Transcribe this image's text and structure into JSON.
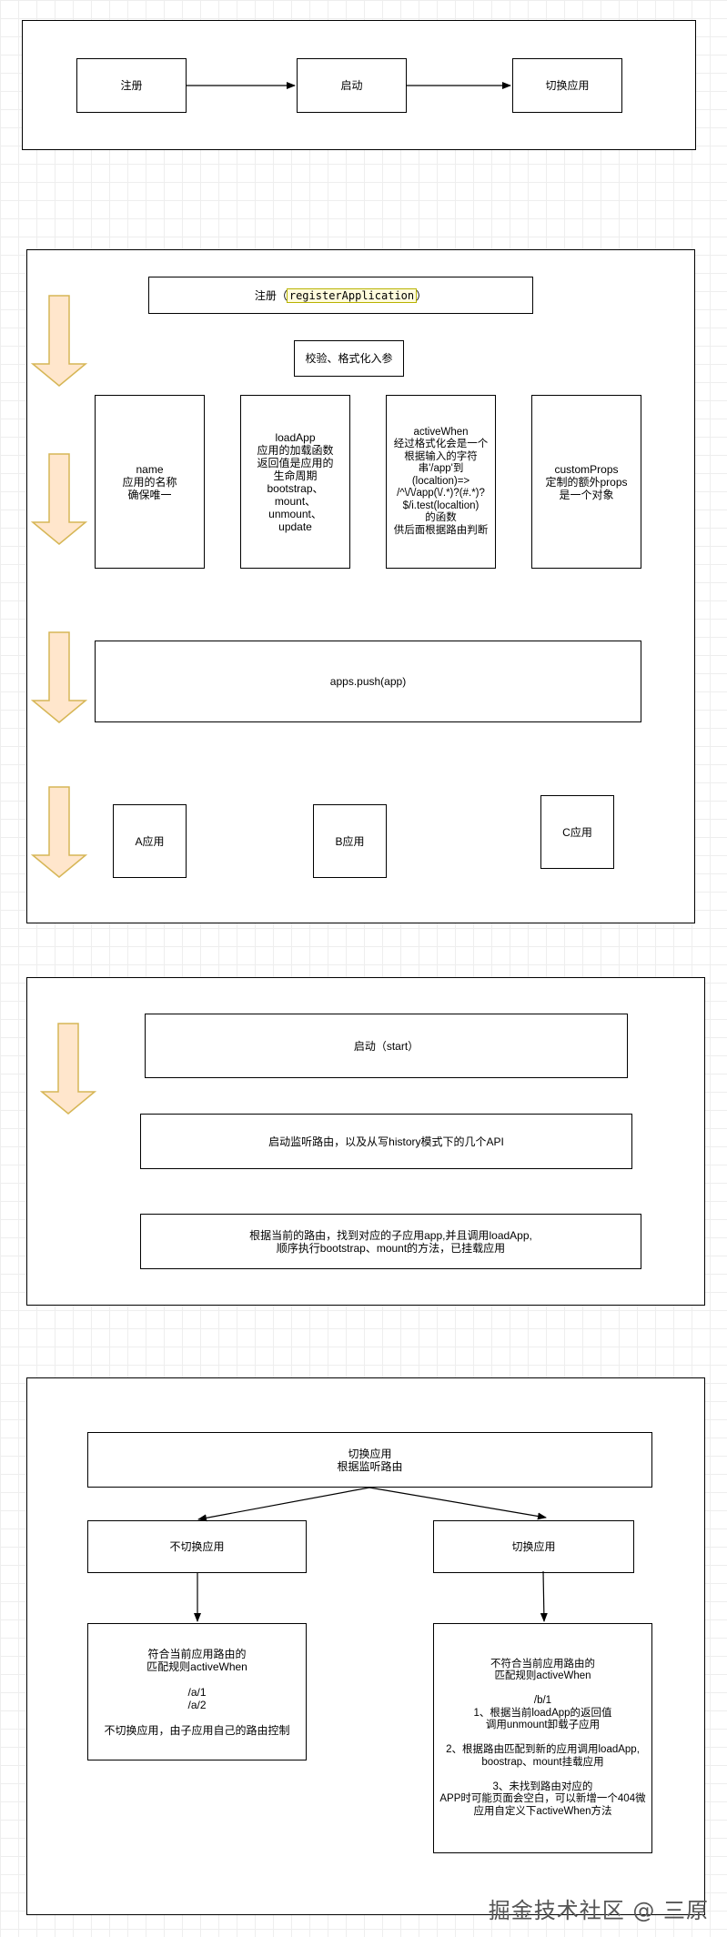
{
  "section1": {
    "register": "注册",
    "start": "启动",
    "switch_app": "切换应用"
  },
  "section2": {
    "register_prefix": "注册（",
    "register_code": "registerApplication",
    "register_suffix": "）",
    "validate": "校验、格式化入参",
    "name_box": "name\n应用的名称\n确保唯一",
    "loadapp_box": "loadApp\n应用的加载函数\n返回值是应用的\n生命周期\nbootstrap、\nmount、\nunmount、\nupdate",
    "activewhen_box": "activeWhen\n经过格式化会是一个\n根据输入的字符\n串'/app'到\n(localtion)=>\n/^\\/\\/app(\\/.*)?(#.*)?\n$/i.test(localtion)\n的函数\n供后面根据路由判断",
    "customprops_box": "customProps\n定制的额外props\n是一个对象",
    "apps_push": "apps.push(app)",
    "app_a": "A应用",
    "app_b": "B应用",
    "app_c": "C应用"
  },
  "section3": {
    "start": "启动（start）",
    "listen": "启动监听路由，以及从写history模式下的几个API",
    "load": "根据当前的路由，找到对应的子应用app,并且调用loadApp,\n顺序执行bootstrap、mount的方法，已挂载应用"
  },
  "section4": {
    "switch_top": "切换应用\n根据监听路由",
    "no_switch": "不切换应用",
    "switch": "切换应用",
    "left_detail": "符合当前应用路由的\n匹配规则activeWhen\n\n/a/1\n/a/2\n\n不切换应用，由子应用自己的路由控制",
    "right_detail": "不符合当前应用路由的\n匹配规则activeWhen\n\n/b/1\n1、根据当前loadApp的返回值\n调用unmount卸载子应用\n\n2、根据路由匹配到新的应用调用loadApp,\nboostrap、mount挂载应用\n\n3、未找到路由对应的\nAPP时可能页面会空白，可以新增一个404微\n应用自定义下activeWhen方法"
  },
  "watermark": "掘金技术社区 @ 三原",
  "colors": {
    "arrow_fill": "#ffe6cc",
    "arrow_stroke": "#d6b656",
    "highlight_bg": "#fffbdd"
  }
}
